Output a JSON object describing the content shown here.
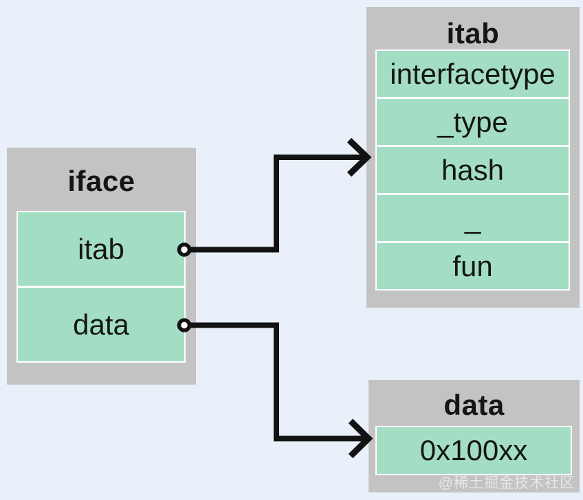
{
  "canvas": {
    "bg": "#eaf0fa",
    "box_gray": "#c3c3c3",
    "cell_green": "#a3dec4",
    "cell_border": "#ffffff",
    "text_color": "#151515",
    "arrow_color": "#121212"
  },
  "iface_box": {
    "title": "iface",
    "fields": [
      "itab",
      "data"
    ]
  },
  "itab_box": {
    "title": "itab",
    "fields": [
      "interfacetype",
      "_type",
      "hash",
      "_",
      "fun"
    ]
  },
  "data_box": {
    "title": "data",
    "fields": [
      "0x100xx"
    ]
  },
  "connections": [
    {
      "from": "iface.itab",
      "to": "itab",
      "connector": "circle-port",
      "head": "open-arrow"
    },
    {
      "from": "iface.data",
      "to": "data",
      "connector": "circle-port",
      "head": "open-arrow"
    }
  ],
  "watermark": "@稀土掘金技术社区"
}
